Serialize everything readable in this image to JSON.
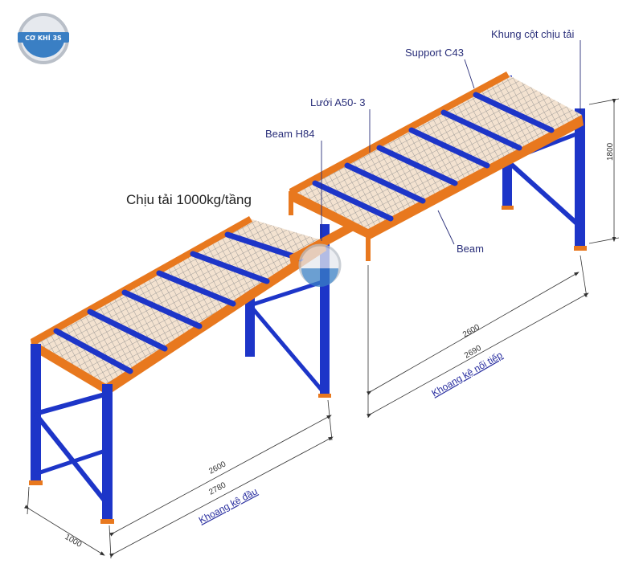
{
  "brand": {
    "name": "CƠ KHÍ 3S"
  },
  "labels": {
    "load": "Chịu tải 1000kg/tầng",
    "beam_h84": "Beam H84",
    "mesh": "Lưới A50- 3",
    "support": "Support C43",
    "frame": "Khung cột chịu tải",
    "beam": "Beam"
  },
  "dimensions": {
    "height": "1800",
    "left_inner": "2600",
    "left_outer": "2780",
    "depth": "1000",
    "right_inner": "2600",
    "right_outer": "2690"
  },
  "sections": {
    "first_bay": "Khoang kệ đầu",
    "next_bay": "Khoang kệ nối tiếp"
  },
  "colors": {
    "upright": "#1d35c8",
    "beam": "#e8781e",
    "mesh": "#8a8a8a",
    "label": "#2a2f7a"
  }
}
